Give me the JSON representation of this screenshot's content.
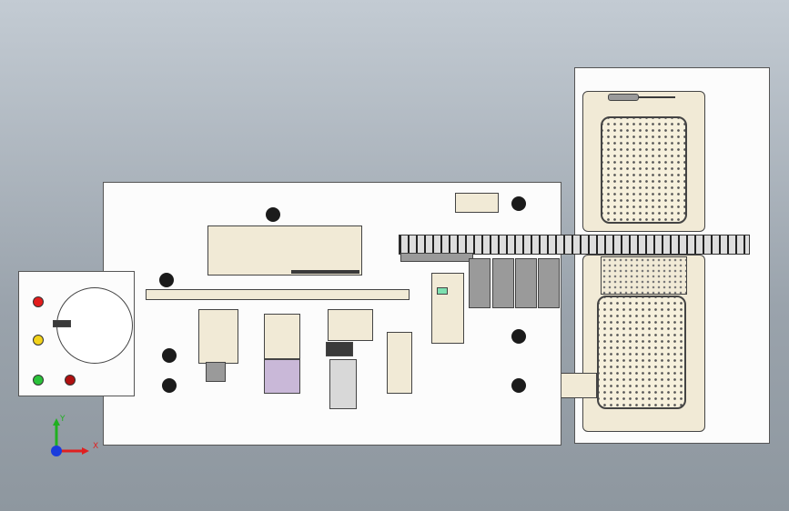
{
  "window": {
    "title": ""
  },
  "viewport": {
    "background": "#a6aeb6"
  },
  "triad": {
    "x_label": "X",
    "y_label": "Y",
    "x_color": "#e02020",
    "y_color": "#20b020",
    "z_color": "#1a3cdc"
  },
  "control_panel": {
    "lights": [
      {
        "name": "red-indicator",
        "color": "#e31c1c"
      },
      {
        "name": "yellow-indicator",
        "color": "#f2d21a"
      },
      {
        "name": "green-indicator",
        "color": "#2ac23a"
      },
      {
        "name": "red-button",
        "color": "#b01010"
      }
    ]
  },
  "icons": [
    "triad-icon",
    "rotary-table-icon",
    "feeder-tray-icon",
    "conveyor-icon"
  ]
}
